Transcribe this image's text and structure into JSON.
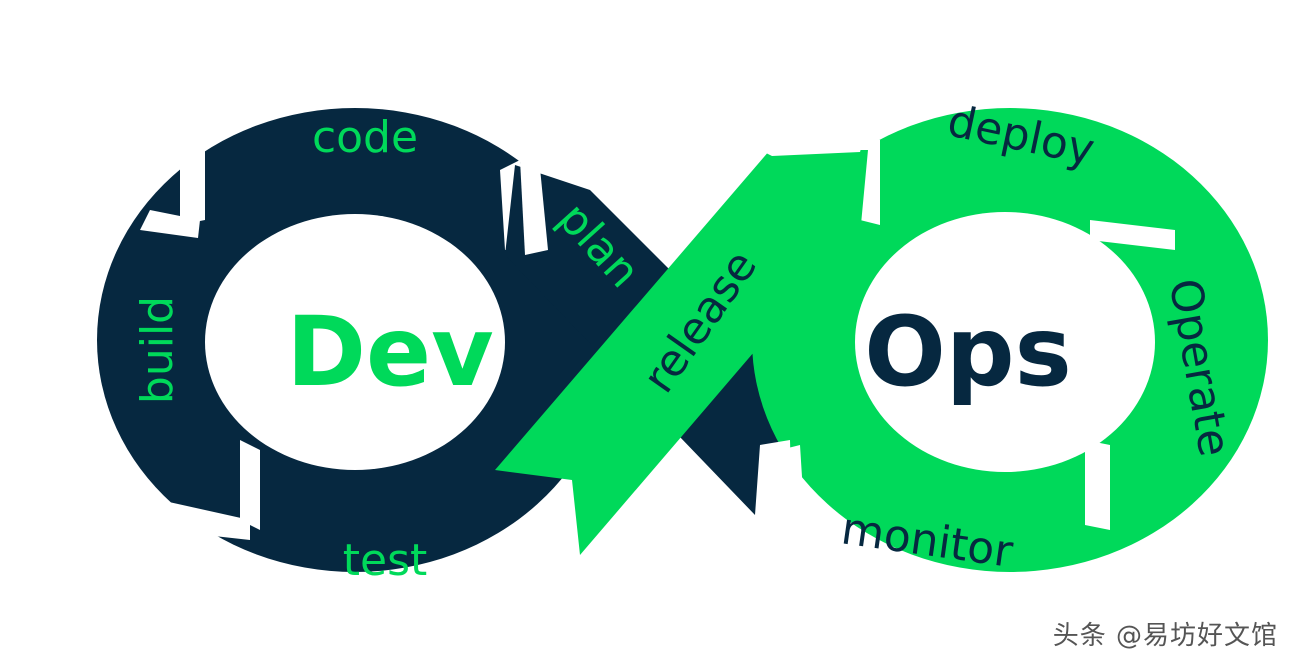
{
  "colors": {
    "dark": "#062840",
    "green": "#00d95a",
    "white": "#ffffff"
  },
  "left_loop": {
    "center_label": "Dev",
    "steps": {
      "code": "code",
      "plan": "plan",
      "build": "build",
      "test": "test"
    }
  },
  "crossing": {
    "release": "release"
  },
  "right_loop": {
    "center_label": "Ops",
    "steps": {
      "deploy": "deploy",
      "operate": "Operate",
      "monitor": "monitor"
    }
  },
  "watermark": "头条 @易坊好文馆"
}
